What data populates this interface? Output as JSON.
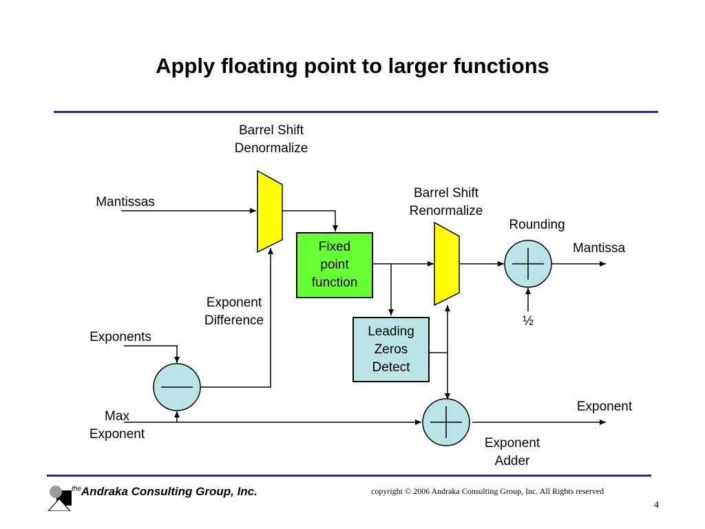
{
  "slide": {
    "title": "Apply floating point to larger functions",
    "page_number": "4"
  },
  "colors": {
    "rule": "#1f1fd6",
    "mux_fill": "#ffff00",
    "fixed_point_fill": "#66ff33",
    "detect_fill": "#b9e3e5",
    "operator_fill": "#b9e3e5"
  },
  "diagram": {
    "barrel_shift_denorm": [
      "Barrel Shift",
      "Denormalize"
    ],
    "barrel_shift_renorm": [
      "Barrel Shift",
      "Renormalize"
    ],
    "mantissas": "Mantissas",
    "exponents": "Exponents",
    "max_exponent": [
      "Max",
      "Exponent"
    ],
    "exponent_difference": [
      "Exponent",
      "Difference"
    ],
    "fixed_point": [
      "Fixed",
      "point",
      "function"
    ],
    "leading_zeros": [
      "Leading",
      "Zeros",
      "Detect"
    ],
    "rounding": "Rounding",
    "mantissa_out": "Mantissa",
    "half": "½",
    "exponent_out": "Exponent",
    "exponent_adder": [
      "Exponent",
      "Adder"
    ]
  },
  "footer": {
    "brand_the": "the",
    "brand": "Andraka Consulting Group, Inc.",
    "copyright": "copyright © 2006 Andraka Consulting Group, Inc.  All Rights reserved"
  }
}
